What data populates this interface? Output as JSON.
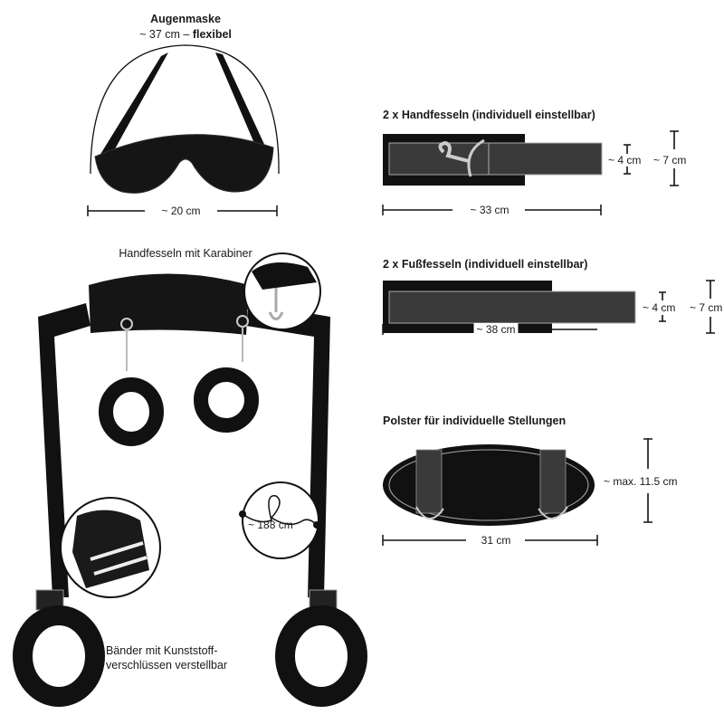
{
  "eye_mask": {
    "title": "Augenmaske",
    "strap_prefix": "~ 37 cm –",
    "strap_suffix": "flexibel",
    "width": "~ 20  cm"
  },
  "harness": {
    "caption": "Handfesseln mit Karabiner",
    "strap_length": "~ 188 cm",
    "buckle_caption_line1": "Bänder mit Kunststoff-",
    "buckle_caption_line2": "verschlüssen verstellbar"
  },
  "hand_cuffs": {
    "title": "2 x Handfesseln (individuell einstellbar)",
    "length": "~ 33 cm",
    "inner_width": "~ 4 cm",
    "outer_width": "~ 7 cm"
  },
  "ankle_cuffs": {
    "title": "2 x Fußfesseln (individuell einstellbar)",
    "length": "~ 38 cm",
    "inner_width": "~ 4 cm",
    "outer_width": "~ 7 cm"
  },
  "cushion": {
    "title": "Polster für individuelle Stellungen",
    "length": "31  cm",
    "height": "~ max. 11.5 cm"
  },
  "colors": {
    "product": "#111111",
    "strap_gray": "#3a3a3a",
    "metal": "#c8c8c8"
  }
}
